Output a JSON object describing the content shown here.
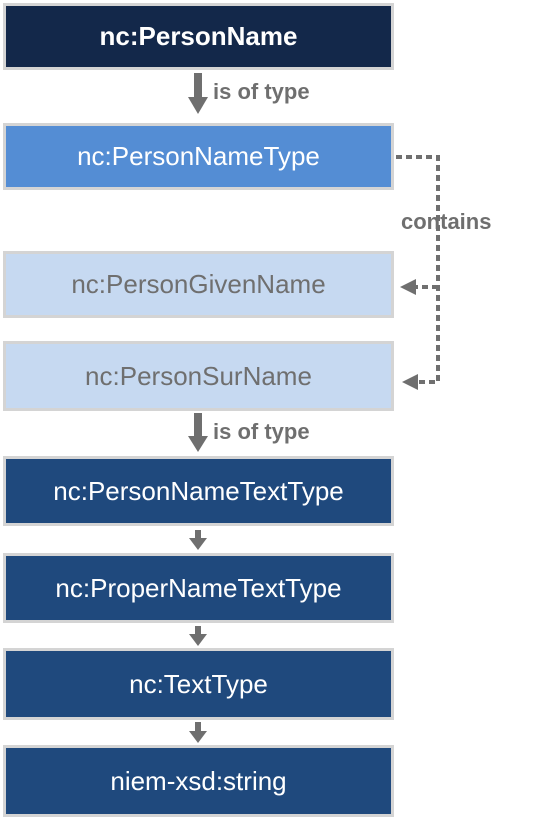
{
  "nodes": {
    "person_name": "nc:PersonName",
    "person_name_type": "nc:PersonNameType",
    "person_given_name": "nc:PersonGivenName",
    "person_sur_name": "nc:PersonSurName",
    "person_name_text_type": "nc:PersonNameTextType",
    "proper_name_text_type": "nc:ProperNameTextType",
    "text_type": "nc:TextType",
    "string": "niem-xsd:string"
  },
  "labels": {
    "is_of_type_1": "is of type",
    "is_of_type_2": "is of type",
    "contains": "contains"
  },
  "colors": {
    "dark_navy": "#13284a",
    "medium_blue": "#548dd4",
    "light_blue": "#c6d9f1",
    "navy": "#1f497d",
    "arrow_gray": "#6f6f6f"
  }
}
